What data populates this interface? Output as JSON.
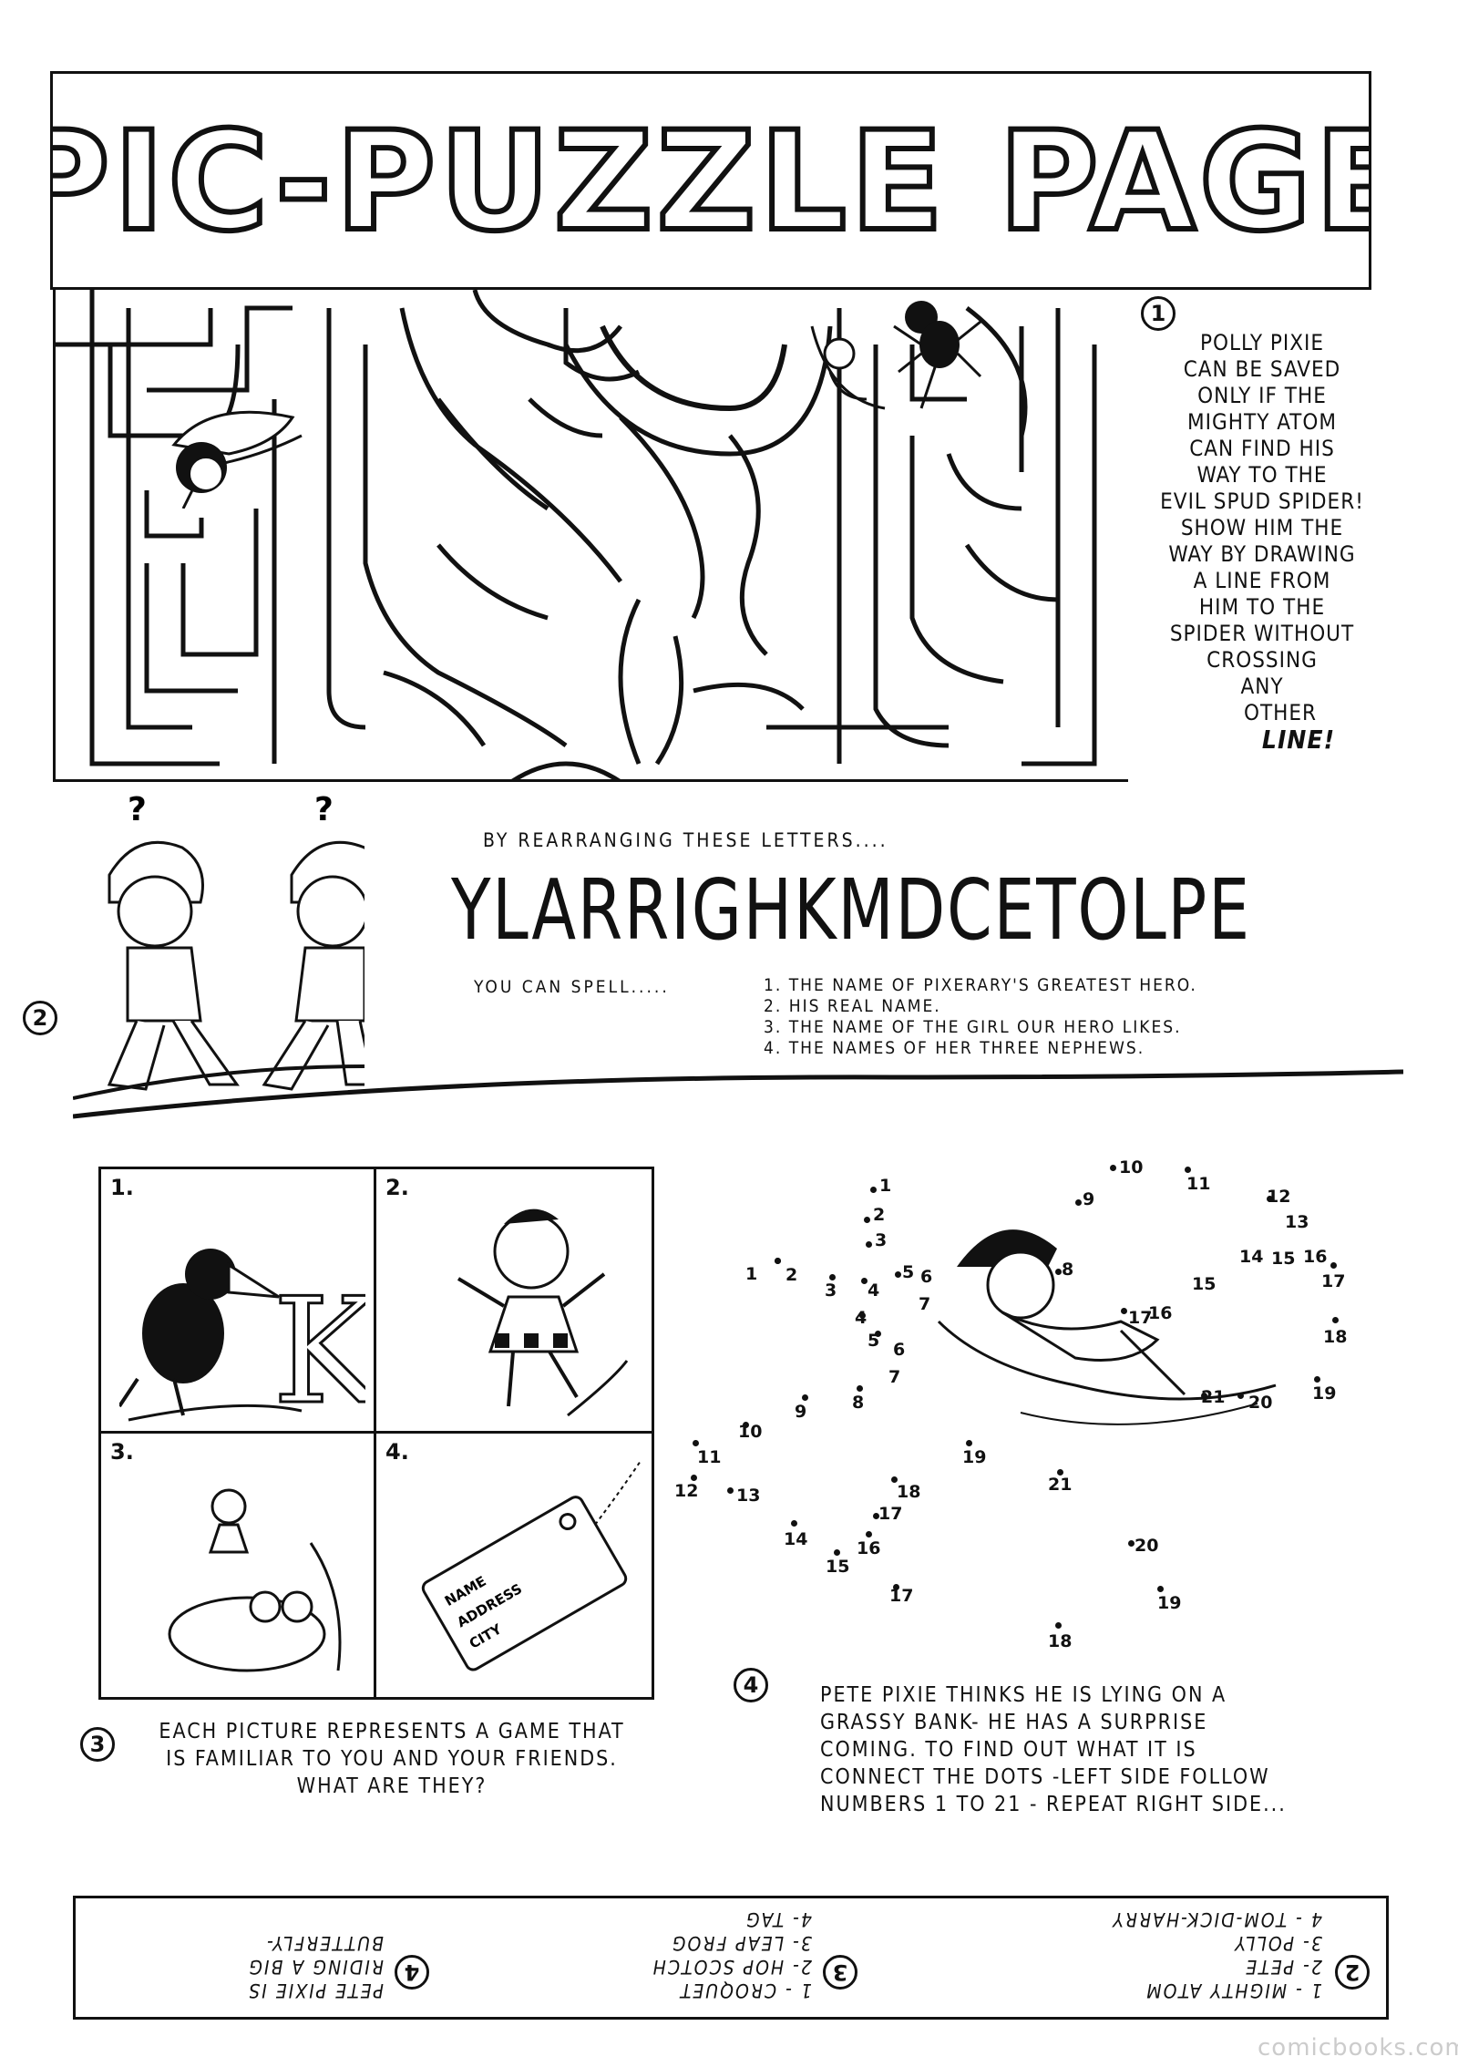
{
  "title": "PIC-PUZZLE PAGE",
  "puzzle1": {
    "number": "1",
    "lines": [
      "POLLY PIXIE",
      "CAN BE SAVED",
      "ONLY IF THE",
      "MIGHTY ATOM",
      "CAN FIND HIS",
      "WAY TO THE",
      "EVIL SPUD SPIDER!",
      "SHOW HIM THE",
      "WAY BY DRAWING",
      "A LINE FROM",
      "HIM TO THE",
      "SPIDER WITHOUT",
      "CROSSING",
      "ANY",
      "OTHER"
    ],
    "emphasis": "LINE!"
  },
  "puzzle2": {
    "number": "2",
    "question_marks": [
      "?",
      "?"
    ],
    "intro": "BY REARRANGING THESE LETTERS....",
    "letters": "YLARRIGHKMDCETOLPE",
    "spell": "YOU CAN SPELL.....",
    "items": [
      "1. THE NAME OF PIXERARY'S GREATEST HERO.",
      "2. HIS REAL NAME.",
      "3. THE NAME OF THE GIRL OUR HERO LIKES.",
      "4. THE NAMES OF HER THREE NEPHEWS."
    ]
  },
  "puzzle3": {
    "number": "3",
    "cells": [
      "1.",
      "2.",
      "3.",
      "4."
    ],
    "k_letter": "K",
    "tag_words": [
      "NAME",
      "ADDRESS",
      "CITY"
    ],
    "text": "EACH PICTURE REPRESENTS A GAME THAT IS FAMILIAR TO YOU AND YOUR FRIENDS. WHAT ARE THEY?"
  },
  "puzzle4": {
    "number": "4",
    "lines": [
      "PETE PIXIE THINKS HE IS LYING ON A",
      "GRASSY BANK- HE HAS A SURPRISE",
      "COMING. TO FIND OUT WHAT IT IS",
      "CONNECT THE DOTS -LEFT SIDE FOLLOW",
      "NUMBERS 1 TO 21 - REPEAT RIGHT SIDE..."
    ]
  },
  "answers": {
    "col2": {
      "num": "2",
      "lines": [
        "1 - MIGHTY ATOM",
        "2- PETE",
        "3- POLLY",
        "4 - TOM-DICK-HARRY"
      ]
    },
    "col3": {
      "num": "3",
      "lines": [
        "1 - CROQUET",
        "2- HOP SCOTCH",
        "3- LEAP FROG",
        "4- TAG"
      ]
    },
    "col4": {
      "num": "4",
      "lines": [
        "PETE PIXIE IS",
        "RIDING A BIG",
        "BUTTERFLY-"
      ]
    }
  },
  "watermark": "comicbooks.com"
}
